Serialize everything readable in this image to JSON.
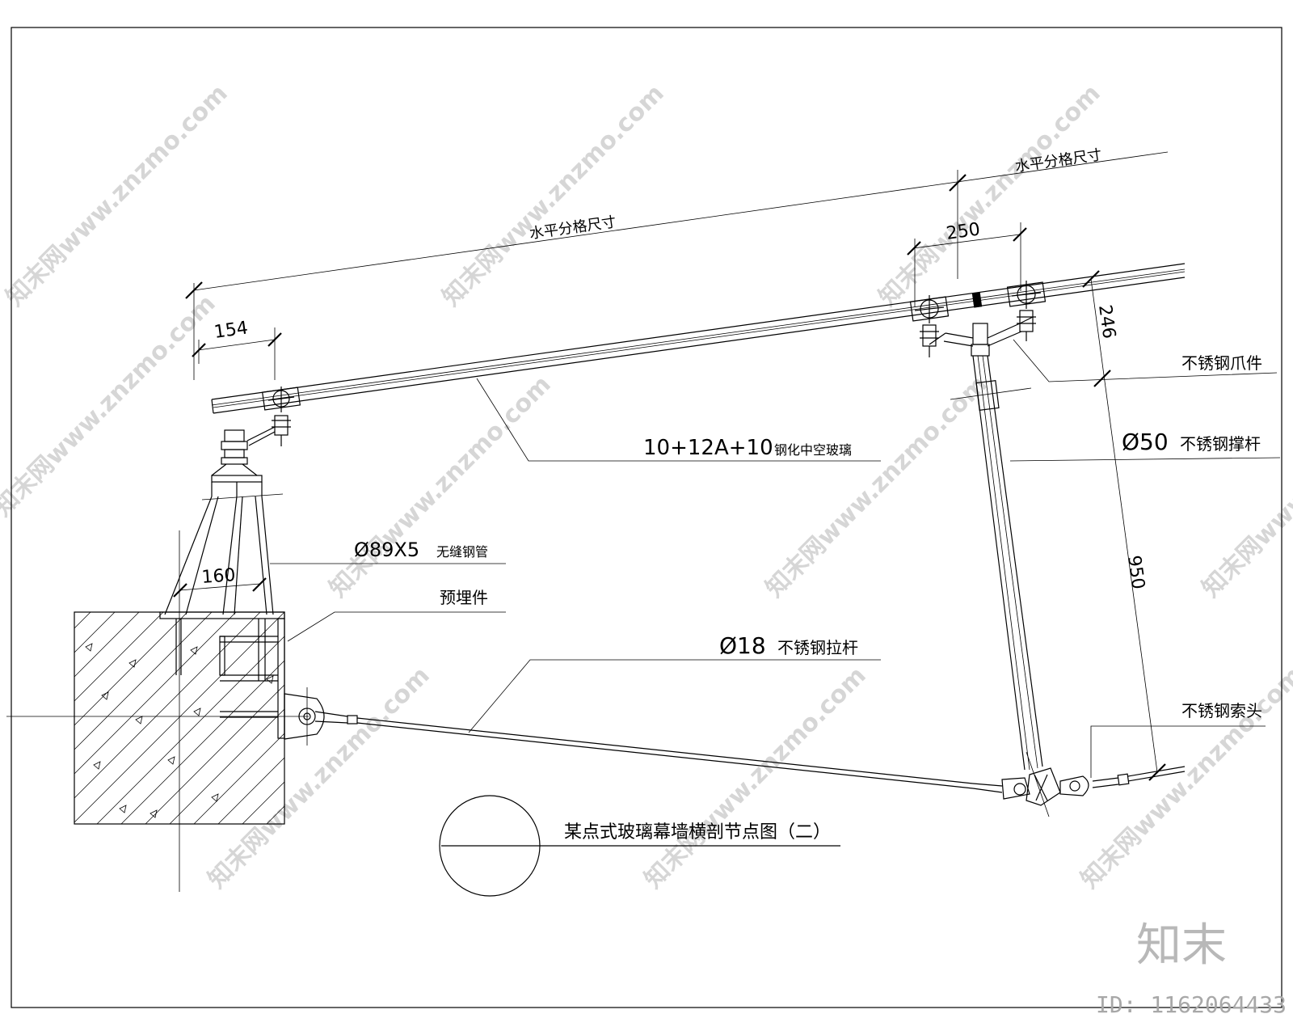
{
  "drawing_title": "某点式玻璃幕墙横剖节点图（二）",
  "dimensions": {
    "grid_left": "水平分格尺寸",
    "grid_right": "水平分格尺寸",
    "d154": "154",
    "d250": "250",
    "d246": "246",
    "d950": "950",
    "d160": "160"
  },
  "labels": {
    "claw": "不锈钢爪件",
    "glass_main": "10+12A+10",
    "glass_sub": "钢化中空玻璃",
    "strut_main": "Ø50",
    "strut_sub": "不锈钢撑杆",
    "pipe_main": "Ø89X5",
    "pipe_sub": "无缝钢管",
    "embed": "预埋件",
    "rod_main": "Ø18",
    "rod_sub": "不锈钢拉杆",
    "cable_head": "不锈钢索头"
  },
  "watermark": {
    "site": "知末网www.znzmo.com",
    "logo": "知末",
    "id": "ID: 1162064433"
  }
}
